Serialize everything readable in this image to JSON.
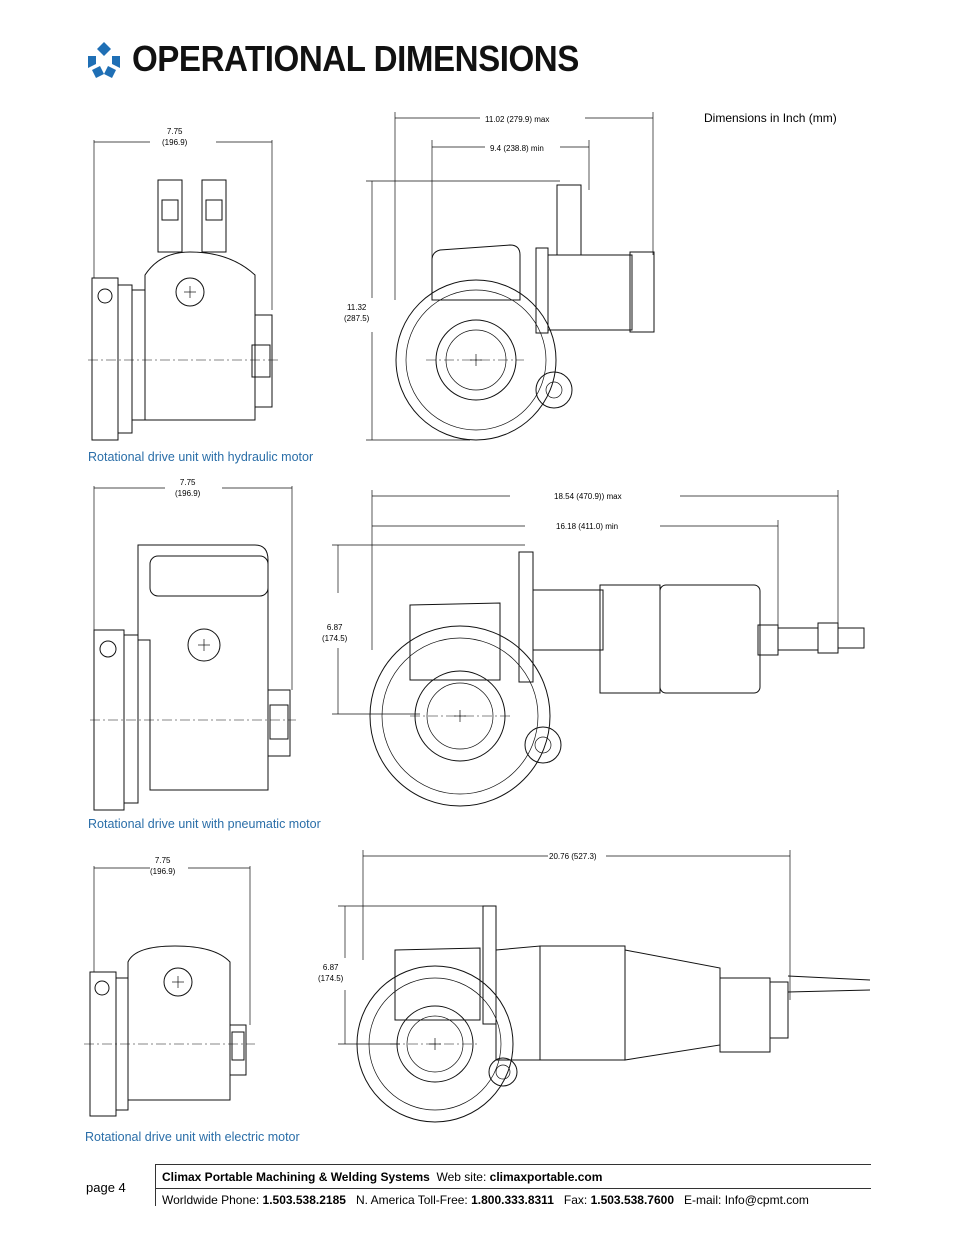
{
  "header": {
    "title": "OPERATIONAL DIMENSIONS",
    "logo_icon": "climax-triangle-logo-icon",
    "logo_color": "#1f6fb5"
  },
  "units_note": "Dimensions in Inch (mm)",
  "figures": [
    {
      "caption": "Rotational drive unit with hydraulic motor",
      "side_width": {
        "value": "7.75",
        "mm": "(196.9)"
      },
      "front_dims": {
        "max": "11.02 (279.9) max",
        "min": "9.4 (238.8) min",
        "height_value": "11.32",
        "height_mm": "(287.5)"
      }
    },
    {
      "caption": "Rotational drive unit with pneumatic motor",
      "side_width": {
        "value": "7.75",
        "mm": "(196.9)"
      },
      "front_dims": {
        "max": "18.54 (470.9)) max",
        "min": "16.18 (411.0) min",
        "height_value": "6.87",
        "height_mm": "(174.5)"
      }
    },
    {
      "caption": "Rotational drive unit with electric motor",
      "side_width": {
        "value": "7.75",
        "mm": "(196.9)"
      },
      "front_dims": {
        "length": "20.76 (527.3)",
        "height_value": "6.87",
        "height_mm": "(174.5)"
      }
    }
  ],
  "footer": {
    "page": "page 4",
    "company": "Climax Portable Machining & Welding Systems",
    "website_label": "Web site:",
    "website": "climaxportable.com",
    "phone_label": "Worldwide Phone:",
    "phone": "1.503.538.2185",
    "tollfree_label": "N. America Toll-Free:",
    "tollfree": "1.800.333.8311",
    "fax_label": "Fax:",
    "fax": "1.503.538.7600",
    "email_label": "E-mail:",
    "email": "Info@cpmt.com"
  }
}
